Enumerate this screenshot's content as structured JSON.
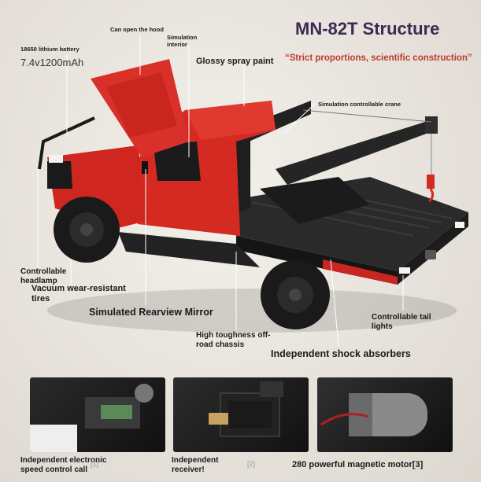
{
  "title": "MN-82T Structure",
  "subtitle": "“Strict proportions, scientific construction”",
  "callouts": {
    "hood": "Can open the hood",
    "interior": "Simulation\ninterior",
    "battery": "18650 lithium battery",
    "battery_value": "7.4v1200mAh",
    "paint": "Glossy spray paint",
    "crane": "Simulation controllable crane",
    "headlamp": "Controllable\nheadlamp",
    "tires": "Vacuum wear-resistant\ntires",
    "mirror": "Simulated Rearview Mirror",
    "chassis": "High toughness off-\nroad chassis",
    "tail_lights": "Controllable tail\nlights",
    "shock": "Independent shock absorbers"
  },
  "panels": [
    {
      "caption": "Independent electronic\nspeed control call",
      "footnote": "[1]"
    },
    {
      "caption": "Independent\nreceiver!",
      "footnote": "[2]"
    },
    {
      "caption": "280 powerful magnetic motor[3]",
      "footnote": ""
    }
  ],
  "colors": {
    "title": "#3b2a52",
    "accent": "#c0392b",
    "truck_red": "#d42a22",
    "bed": "#222222"
  }
}
